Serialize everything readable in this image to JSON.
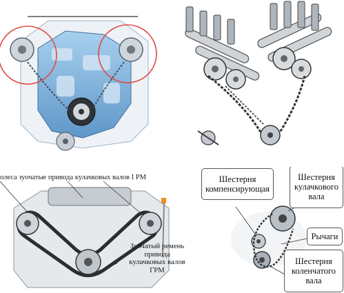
{
  "labels": {
    "sprockets": "олеса зуочатые привода кулачковых валов I РМ",
    "belt": "Зубчатый ремень\nпривода\nкулачковых валов\nГРМ",
    "balance_gear": "Шестерня\nкомпенсирующая",
    "cam_gear": "Шестерня\nкулачкового\nвала",
    "levers": "Рычаги",
    "crank_gear": "Шестерня\nколенчатого\nвала"
  },
  "colors": {
    "circle_outline": "#e04a45",
    "engine_blue": "#7fb6e0",
    "engine_blue_dark": "#3f6f9e",
    "metal": "#9aa2aa",
    "metal_dark": "#4a4f55",
    "background": "#ffffff"
  }
}
